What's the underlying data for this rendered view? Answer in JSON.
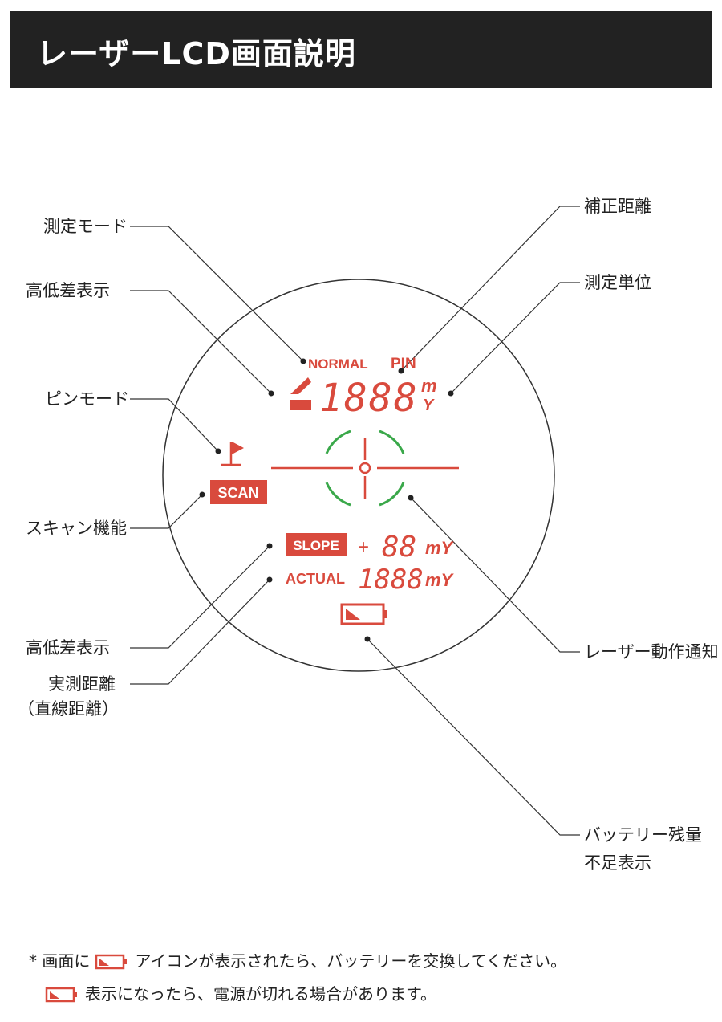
{
  "header": {
    "title": "レーザーLCD画面説明"
  },
  "display": {
    "mode_normal": "NORMAL",
    "mode_pin": "PIN",
    "main_digits": "1888",
    "unit_m": "m",
    "unit_y": "Y",
    "scan": "SCAN",
    "slope": "SLOPE",
    "slope_sign": "+",
    "slope_digits": "88",
    "actual": "ACTUAL",
    "actual_digits": "1888",
    "small_unit": "mY"
  },
  "labels": {
    "measure_mode": "測定モード",
    "height_diff_top": "高低差表示",
    "pin_mode": "ピンモード",
    "scan_function": "スキャン機能",
    "height_diff_bottom": "高低差表示",
    "actual_distance_1": "実測距離",
    "actual_distance_2": "（直線距離）",
    "corrected_distance": "補正距離",
    "measure_unit": "測定単位",
    "laser_notice": "レーザー動作通知",
    "battery_1": "バッテリー残量",
    "battery_2": "不足表示"
  },
  "notes": {
    "line1_prefix": "*  画面に",
    "line1_suffix": "アイコンが表示されたら、バッテリーを交換してください。",
    "line2_suffix": "表示になったら、電源が切れる場合があります。"
  },
  "colors": {
    "header_bg": "#222222",
    "lcd_red": "#d94a3d",
    "reticle_green": "#3aa84a",
    "line": "#333333"
  }
}
